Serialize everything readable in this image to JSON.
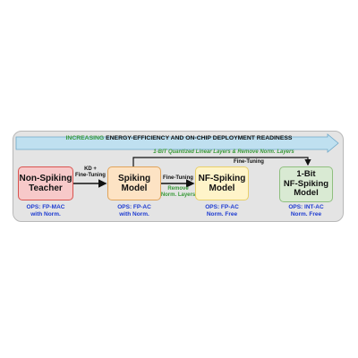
{
  "banner": {
    "word_increasing": "INCREASING",
    "rest": " ENERGY-EFFICIENCY AND ON-CHIP DEPLOYMENT READINESS"
  },
  "top_note": "1-BIT Quantized Linear Layers &  Remove Norm. Layers",
  "nodes": [
    {
      "label_line1": "Non-Spiking",
      "label_line2": "Teacher",
      "ops_line1": "OPS: FP-MAC",
      "ops_line2": "with Norm."
    },
    {
      "label_line1": "Spiking",
      "label_line2": "Model",
      "ops_line1": "OPS: FP-AC",
      "ops_line2": "with Norm."
    },
    {
      "label_line1": "NF-Spiking",
      "label_line2": "Model",
      "ops_line1": "OPS: FP-AC",
      "ops_line2": "Norm. Free"
    },
    {
      "label_line1": "1-Bit",
      "label_line2": "NF-Spiking",
      "label_line3": "Model",
      "ops_line1": "OPS: INT-AC",
      "ops_line2": "Norm. Free"
    }
  ],
  "edges": {
    "kd_line1": "KD +",
    "kd_line2": "Fine-Tuning",
    "finetune_mid": "Fine-Tuning",
    "remove_line1": "Remove",
    "remove_line2": "Norm. Layers",
    "finetune_top": "Fine-Tuning"
  },
  "colors": {
    "teacher_fill": "#f7c9c9",
    "teacher_border": "#d9534f",
    "spiking_fill": "#fde3c4",
    "spiking_border": "#e0a35a",
    "nf_fill": "#fff4c9",
    "nf_border": "#e8cf6a",
    "onebit_fill": "#d9ead3",
    "onebit_border": "#8fbf7f",
    "ops_text": "#1d3bd1",
    "green_text": "#3a9a3a",
    "banner_arrow": "#bfe0f0"
  }
}
